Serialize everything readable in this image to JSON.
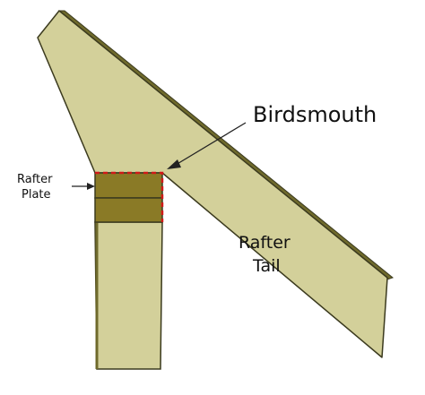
{
  "diagram": {
    "labels": {
      "birdsmouth": "Birdsmouth",
      "rafter_plate_line1": "Rafter",
      "rafter_plate_line2": "Plate",
      "rafter_tail_line1": "Rafter",
      "rafter_tail_line2": "Tail"
    },
    "colors": {
      "wood_fill": "#d3d09a",
      "wood_dark": "#8a7a26",
      "wood_darker": "#6d601c",
      "outline": "#3b3a1e",
      "edge_band": "#6f6a2c",
      "birdsmouth_highlight": "#d01818",
      "arrow": "#222222",
      "background": "#ffffff"
    }
  }
}
